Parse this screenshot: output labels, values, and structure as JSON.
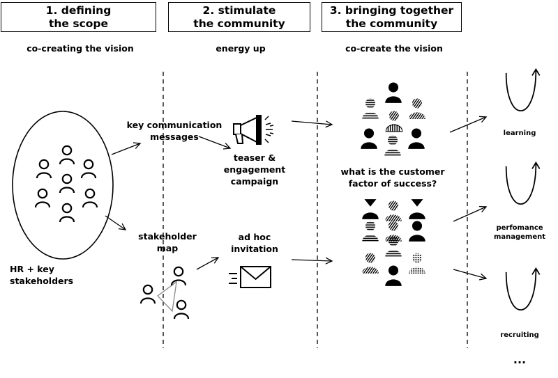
{
  "phases": [
    {
      "title": "1. defining\nthe scope",
      "subtitle": "co-creating the vision"
    },
    {
      "title": "2. stimulate\nthe community",
      "subtitle": "energy up"
    },
    {
      "title": "3. bringing together\nthe community",
      "subtitle": "co-create the vision"
    }
  ],
  "labels": {
    "hr_group": "HR + key\nstakeholders",
    "key_messages": "key communication\nmessages",
    "stakeholder_map": "stakeholder\nmap",
    "teaser_campaign": "teaser &\nengagement\ncampaign",
    "ad_hoc_invitation": "ad hoc\ninvitation",
    "customer_question": "what is the customer\nfactor of success?"
  },
  "outcomes": [
    "learning",
    "perfomance\nmanagement",
    "recruiting"
  ],
  "more": "...",
  "icons": {
    "person": "person-outline-icon",
    "patterned_person": "patterned-person-icon",
    "megaphone": "megaphone-icon",
    "envelope": "envelope-icon",
    "curve": "u-curve-arrow-icon"
  }
}
